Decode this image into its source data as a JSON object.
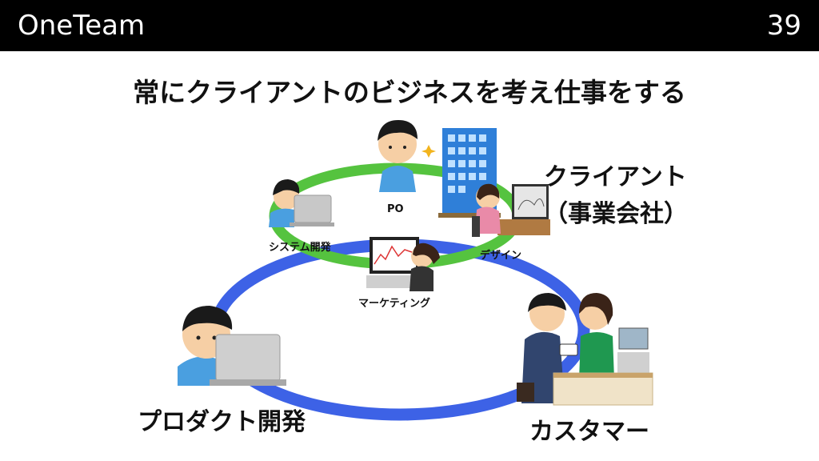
{
  "header": {
    "title": "OneTeam",
    "page_number": "39"
  },
  "slide": {
    "subtitle": "常にクライアントのビジネスを考え仕事をする"
  },
  "labels": {
    "client_line1": "クライアント",
    "client_line2": "（事業会社）",
    "po": "PO",
    "system_dev": "システム開発",
    "design": "デザイン",
    "marketing": "マーケティング",
    "product_dev": "プロダクト開発",
    "customer": "カスタマー"
  },
  "colors": {
    "inner_ring": "#55c33f",
    "outer_ring": "#3d62e6",
    "header_bg": "#000000"
  }
}
